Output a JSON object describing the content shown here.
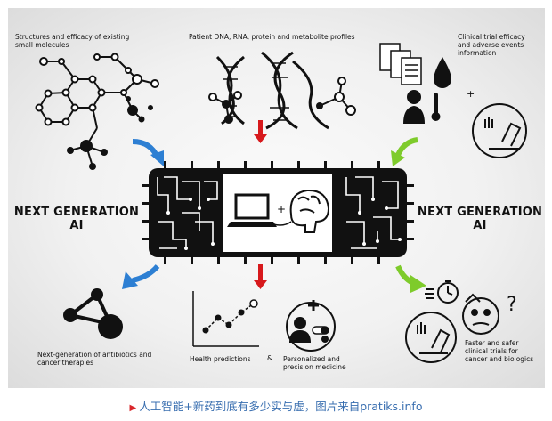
{
  "labels": {
    "structures": "Structures and efficacy of existing small molecules",
    "patient": "Patient DNA, RNA, protein and metabolite profiles",
    "clinical_trial": "Clinical trial efficacy and adverse events information",
    "next_gen_left_1": "NEXT GENERATION",
    "next_gen_left_2": "AI",
    "next_gen_right_1": "NEXT GENERATION",
    "next_gen_right_2": "AI",
    "antibiotics": "Next-generation of antibiotics and cancer therapies",
    "health_predictions": "Health predictions",
    "ampersand": "&",
    "personalized": "Personalized and precision medicine",
    "faster_trials": "Faster and safer clinical trials for cancer and biologics"
  },
  "caption": {
    "marker": "▶",
    "text": "人工智能+新药到底有多少实与虚，图片来自pratiks.info"
  },
  "icons": [
    "molecule-icon",
    "dna-helix-icon",
    "clipboard-icon",
    "blood-drop-icon",
    "thermometer-icon",
    "microscope-icon",
    "chip-icon",
    "laptop-icon",
    "brain-icon",
    "network-icon",
    "line-chart-icon",
    "pills-icon",
    "stopwatch-icon",
    "patient-face-icon"
  ],
  "colors": {
    "arrow_blue": "#2d7fd3",
    "arrow_red": "#d7191c",
    "arrow_green": "#7ecb2b",
    "caption_blue": "#3a6fb0"
  }
}
